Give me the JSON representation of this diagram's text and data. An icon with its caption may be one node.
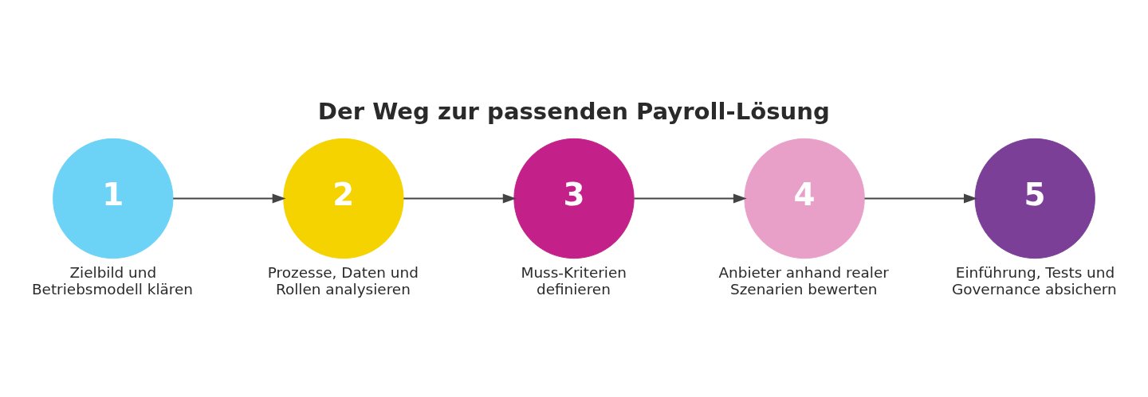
{
  "diagram": {
    "title": "Der Weg zur passenden Payroll-Lösung",
    "nodes": [
      {
        "text": [
          "1"
        ],
        "beside": [
          "Zielbild und Betriebsmodell klären"
        ]
      },
      {
        "text": [
          "2"
        ],
        "beside": [
          "Prozesse, Daten und Rollen analysieren"
        ]
      },
      {
        "text": [
          "3"
        ],
        "beside": [
          "Muss-Kriterien definieren"
        ]
      },
      {
        "text": [
          "4"
        ],
        "beside": [
          "Anbieter anhand realer Szenarien bewerten"
        ]
      },
      {
        "text": [
          "5"
        ],
        "beside": [
          "Einführung, Tests und Governance absichern"
        ]
      }
    ],
    "edges": [
      {
        "from": 0,
        "to": 1,
        "arrow": "to"
      },
      {
        "from": 1,
        "to": 2,
        "arrow": "to"
      },
      {
        "from": 2,
        "to": 3,
        "arrow": "to"
      },
      {
        "from": 3,
        "to": 4,
        "arrow": "to"
      }
    ]
  }
}
